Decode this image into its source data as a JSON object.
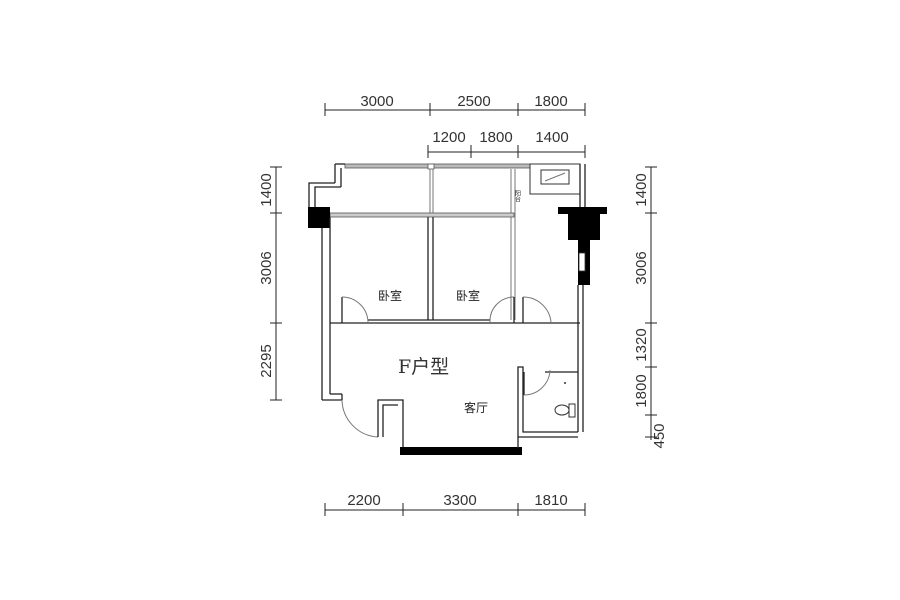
{
  "plan": {
    "title": "F户型",
    "rooms": {
      "bedroom_left": "卧室",
      "bedroom_right": "卧室",
      "living_room": "客厅",
      "balcony": "阳台"
    },
    "dimensions": {
      "top_outer": [
        "3000",
        "2500",
        "1800"
      ],
      "top_inner": [
        "1200",
        "1800",
        "1400"
      ],
      "bottom": [
        "2200",
        "3300",
        "1810"
      ],
      "left": [
        "1400",
        "3006",
        "2295"
      ],
      "right": [
        "1400",
        "3006",
        "1320",
        "1800",
        "450"
      ]
    }
  }
}
